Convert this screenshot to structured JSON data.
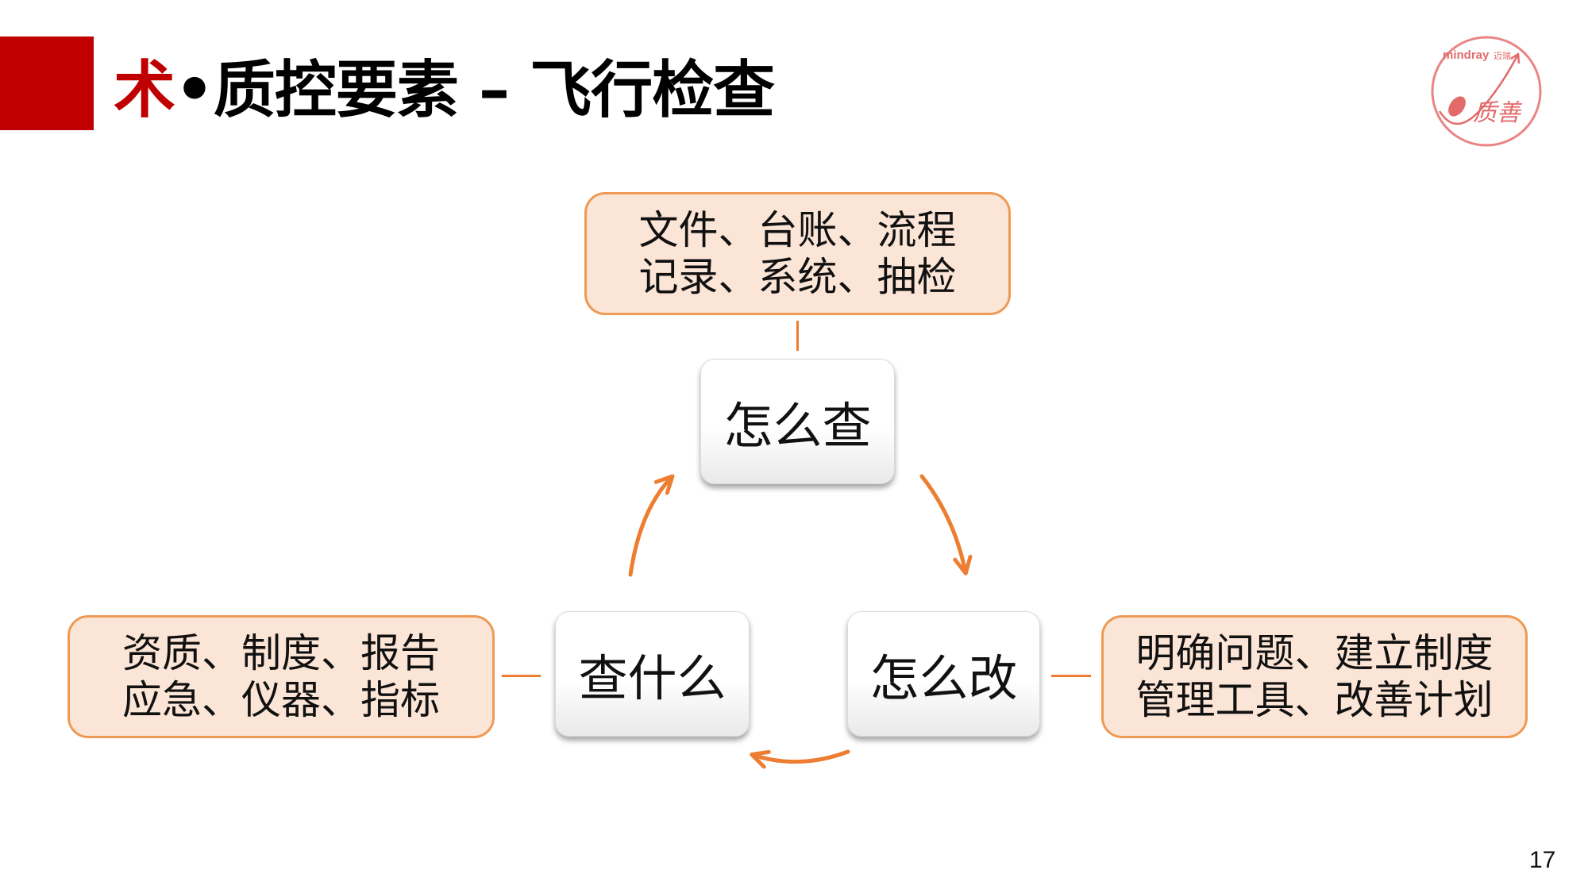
{
  "slide": {
    "title_accent": "术",
    "title_rest": "•质控要素 – 飞行检查",
    "page_number": "17"
  },
  "logo": {
    "brand": "mindray",
    "brand_cn": "迈瑞",
    "mark": "质善"
  },
  "cycle": {
    "nodes": {
      "how_to_check": "怎么查",
      "how_to_fix": "怎么改",
      "what_to_check": "查什么"
    },
    "details": {
      "how_to_check": [
        "文件、台账、流程",
        "记录、系统、抽检"
      ],
      "how_to_fix": [
        "明确问题、建立制度",
        "管理工具、改善计划"
      ],
      "what_to_check": [
        "资质、制度、报告",
        "应急、仪器、指标"
      ]
    }
  },
  "colors": {
    "accent_red": "#c00000",
    "orange": "#ed7d31",
    "box_border": "#ee9a54",
    "box_fill": "#fbe5d6",
    "logo_pink": "#e46a6a"
  }
}
